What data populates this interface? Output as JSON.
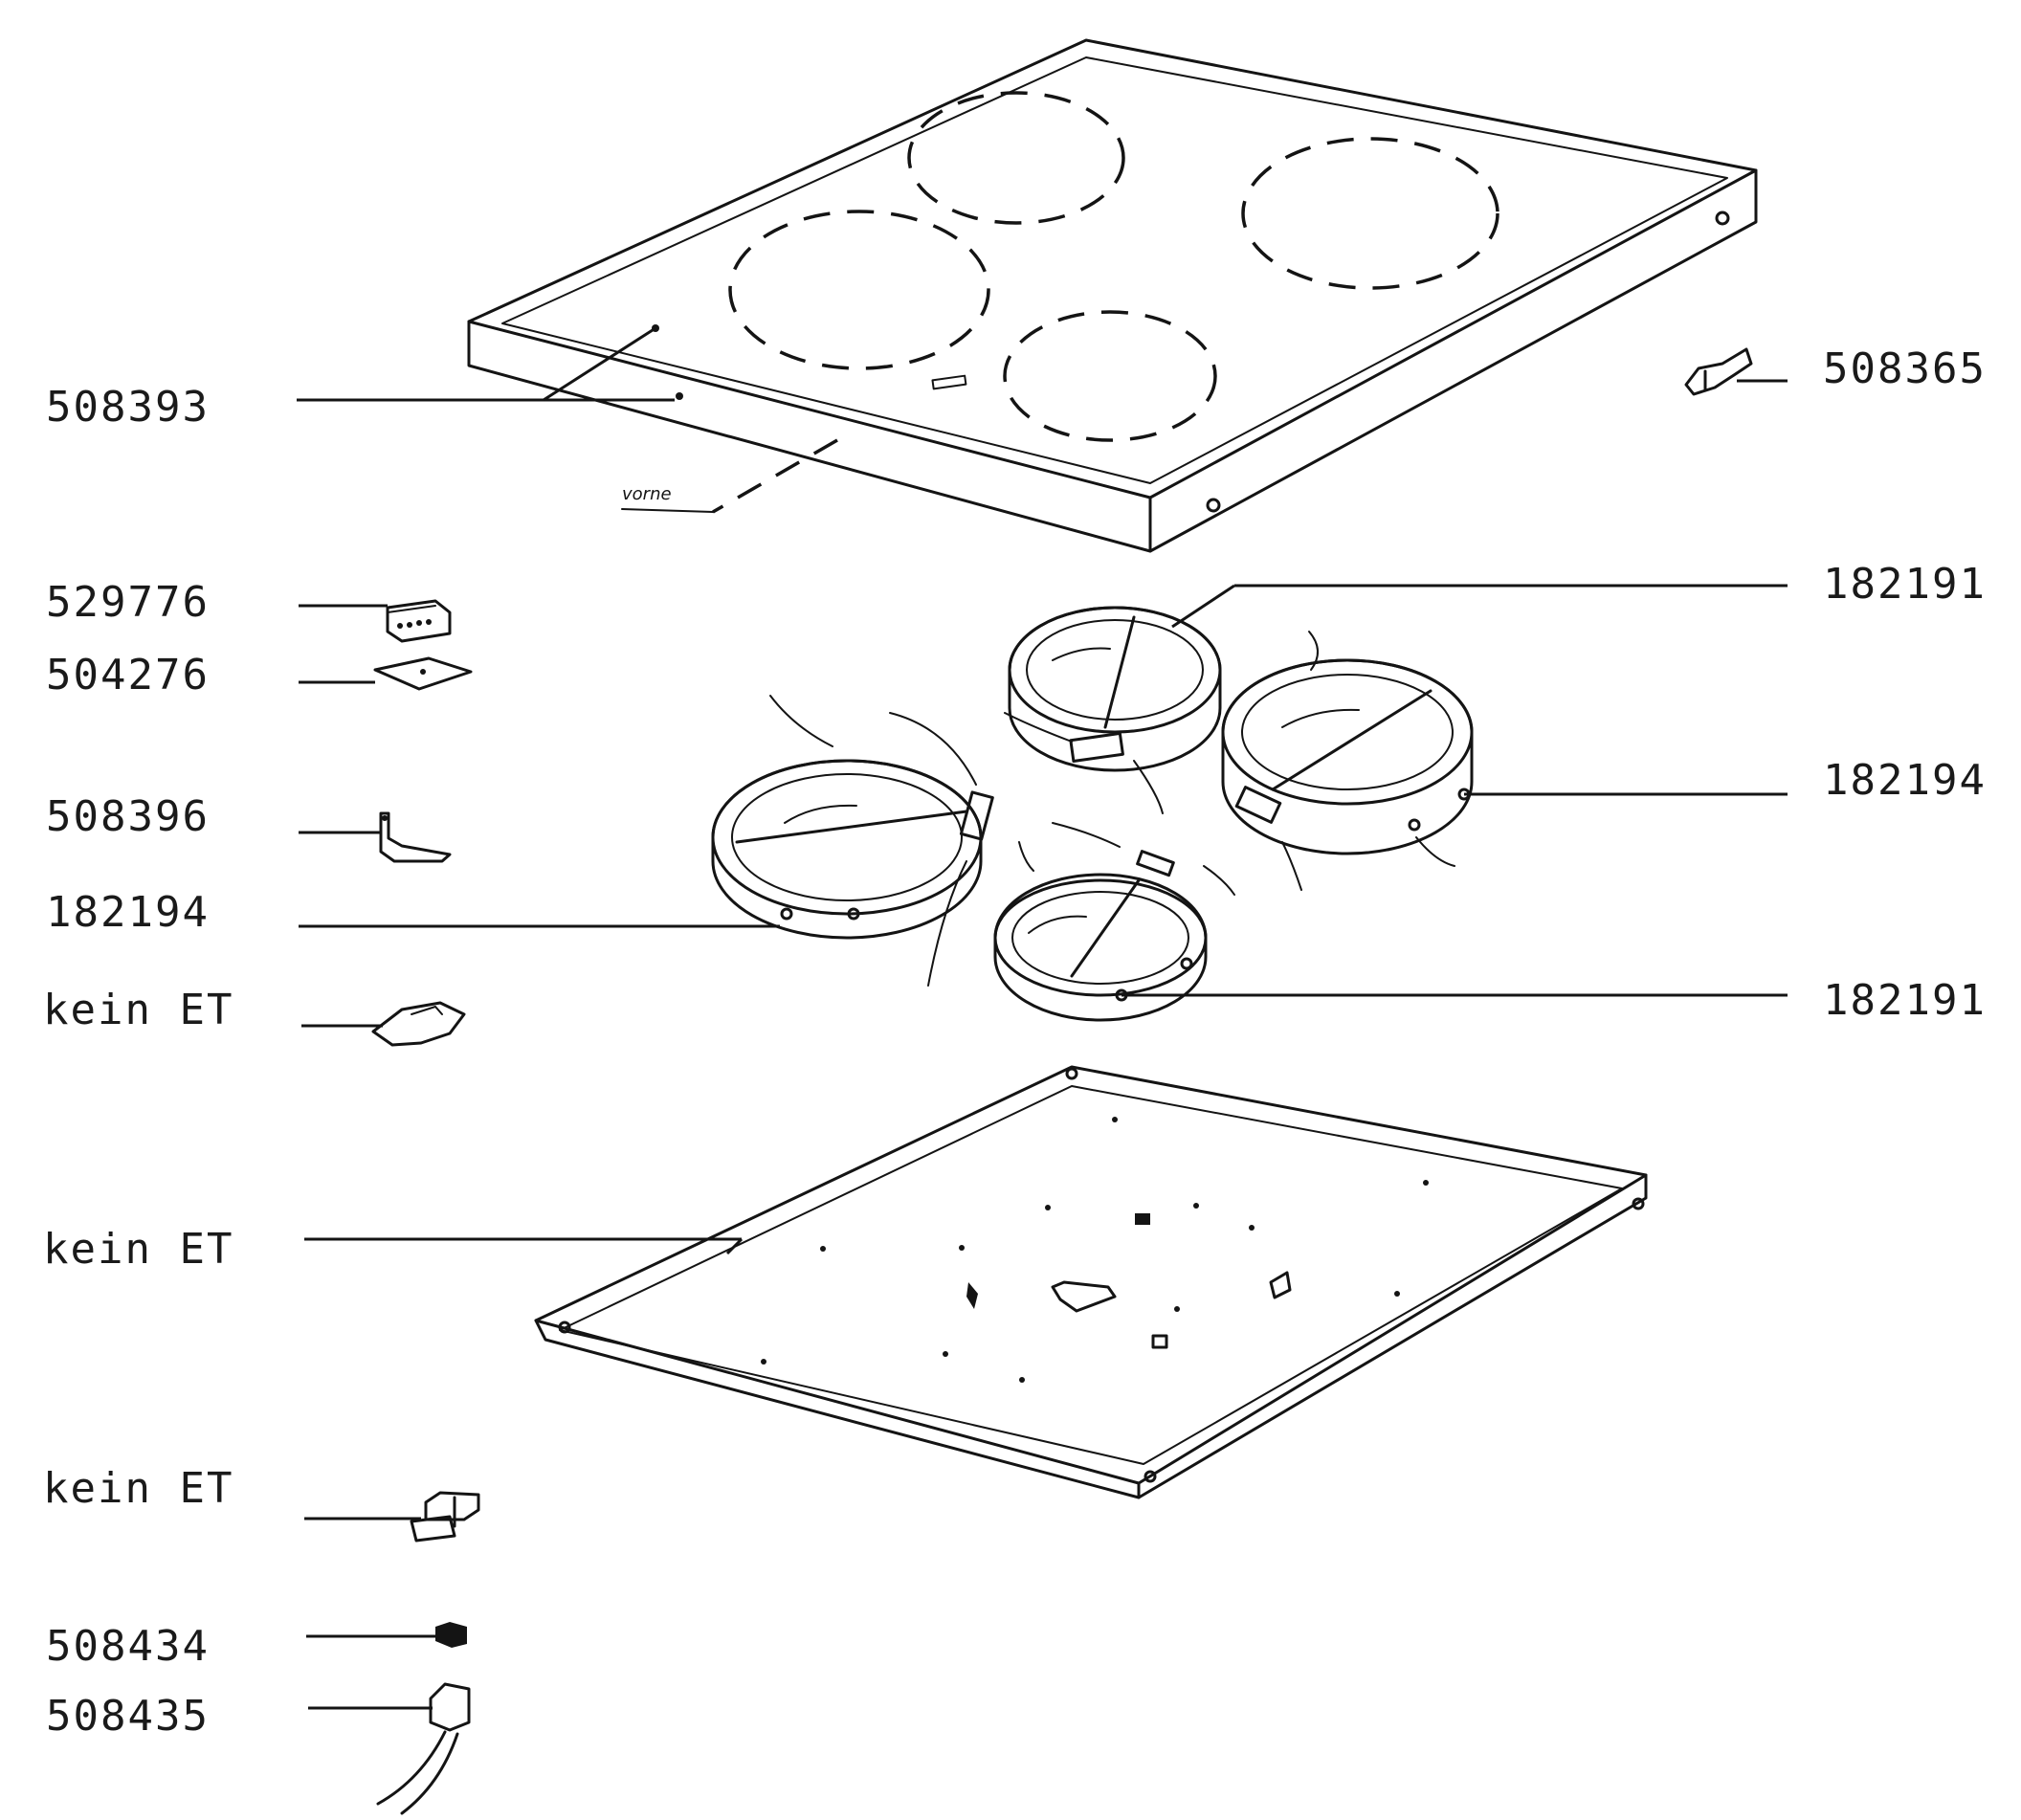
{
  "labels": {
    "glass_top": "508393",
    "bracket_right": "508365",
    "terminal_block": "529776",
    "insulation_plate": "504276",
    "clip": "508396",
    "heater_left": "182194",
    "fix_clip": "kein ET",
    "base_tray": "kein ET",
    "hinge_clip": "kein ET",
    "screw": "508434",
    "cable_clamp": "508435",
    "heater_top": "182191",
    "heater_right": "182194",
    "heater_front": "182191"
  },
  "annotation": "vorne"
}
